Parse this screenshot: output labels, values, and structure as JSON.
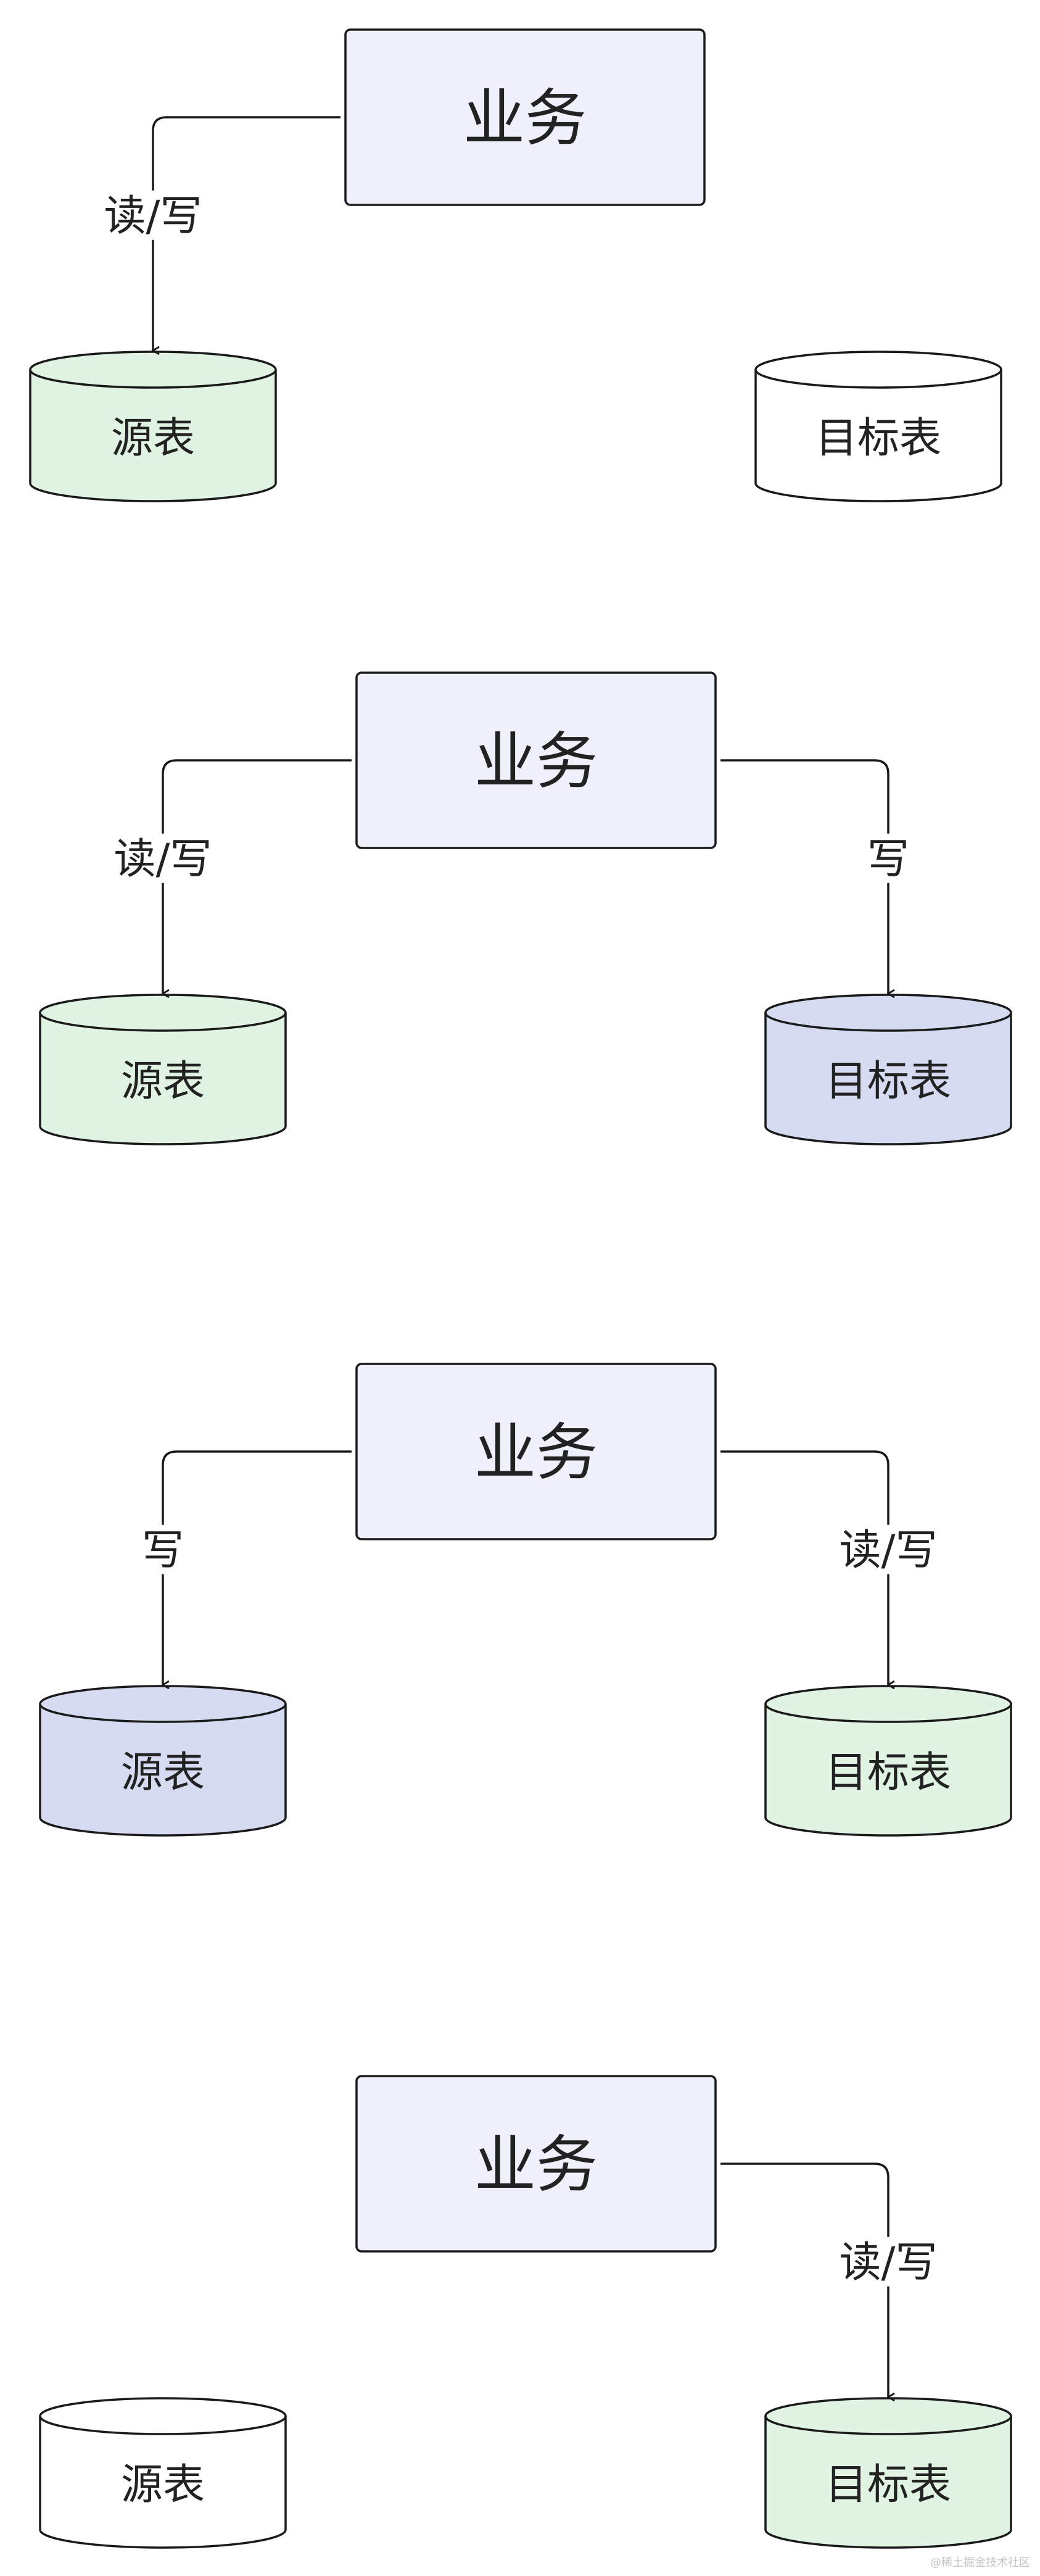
{
  "colors": {
    "service_fill": "#eef1fb",
    "stroke": "#1a1a1a",
    "green": "#e1f3e3",
    "blue": "#d6dbf2",
    "white": "#ffffff"
  },
  "panels": [
    {
      "service": {
        "label": "业务"
      },
      "source": {
        "label": "源表",
        "fill": "green"
      },
      "target": {
        "label": "目标表",
        "fill": "white"
      },
      "left_edge": {
        "label": "读/写"
      },
      "right_edge": null
    },
    {
      "service": {
        "label": "业务"
      },
      "source": {
        "label": "源表",
        "fill": "green"
      },
      "target": {
        "label": "目标表",
        "fill": "blue"
      },
      "left_edge": {
        "label": "读/写"
      },
      "right_edge": {
        "label": "写"
      }
    },
    {
      "service": {
        "label": "业务"
      },
      "source": {
        "label": "源表",
        "fill": "blue"
      },
      "target": {
        "label": "目标表",
        "fill": "green"
      },
      "left_edge": {
        "label": "写"
      },
      "right_edge": {
        "label": "读/写"
      }
    },
    {
      "service": {
        "label": "业务"
      },
      "source": {
        "label": "源表",
        "fill": "white"
      },
      "target": {
        "label": "目标表",
        "fill": "green"
      },
      "left_edge": null,
      "right_edge": {
        "label": "读/写"
      }
    }
  ],
  "watermark": "@稀土掘金技术社区"
}
